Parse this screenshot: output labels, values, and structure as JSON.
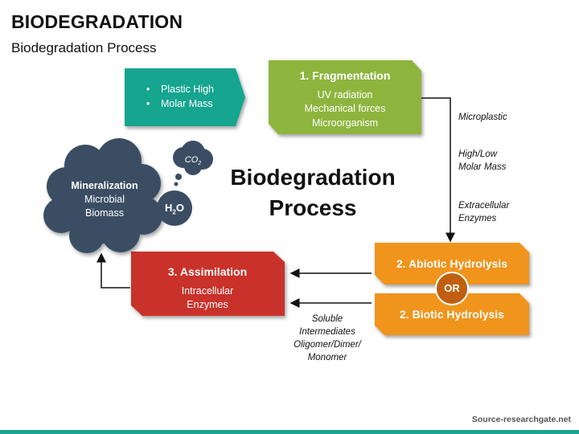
{
  "header": {
    "title": "BIODEGRADATION",
    "subtitle": "Biodegradation Process"
  },
  "center_title": {
    "line1": "Biodegradation",
    "line2": "Process"
  },
  "input_box": {
    "bullets": [
      "Plastic High",
      "Molar Mass"
    ],
    "color": "#17a58f"
  },
  "fragmentation": {
    "heading": "1. Fragmentation",
    "lines": [
      "UV radiation",
      "Mechanical forces",
      "Microorganism"
    ],
    "color": "#8db53c"
  },
  "abiotic": {
    "heading": "2. Abiotic Hydrolysis",
    "color": "#f0941e"
  },
  "biotic": {
    "heading": "2. Biotic Hydrolysis",
    "color": "#f0941e"
  },
  "or_badge": {
    "label": "OR",
    "color": "#bf5f0f"
  },
  "assimilation": {
    "heading": "3. Assimilation",
    "lines": [
      "Intracellular",
      "Enzymes"
    ],
    "color": "#c9332c"
  },
  "mineralization": {
    "heading": "Mineralization",
    "lines": [
      "Microbial",
      "Biomass"
    ],
    "color": "#3a4d63"
  },
  "bubbles": {
    "co2": "CO",
    "co2_sub": "2",
    "h2o": "H",
    "h2o_sub": "2",
    "h2o_tail": "O"
  },
  "notes": {
    "right": [
      "Microplastic",
      "High/Low",
      "Molar Mass",
      "Extracellular",
      "Enzymes"
    ],
    "bottom": [
      "Soluble",
      "Intermediates",
      "Oligomer/Dimer/",
      "Monomer"
    ]
  },
  "source": "Source-researchgate.net"
}
